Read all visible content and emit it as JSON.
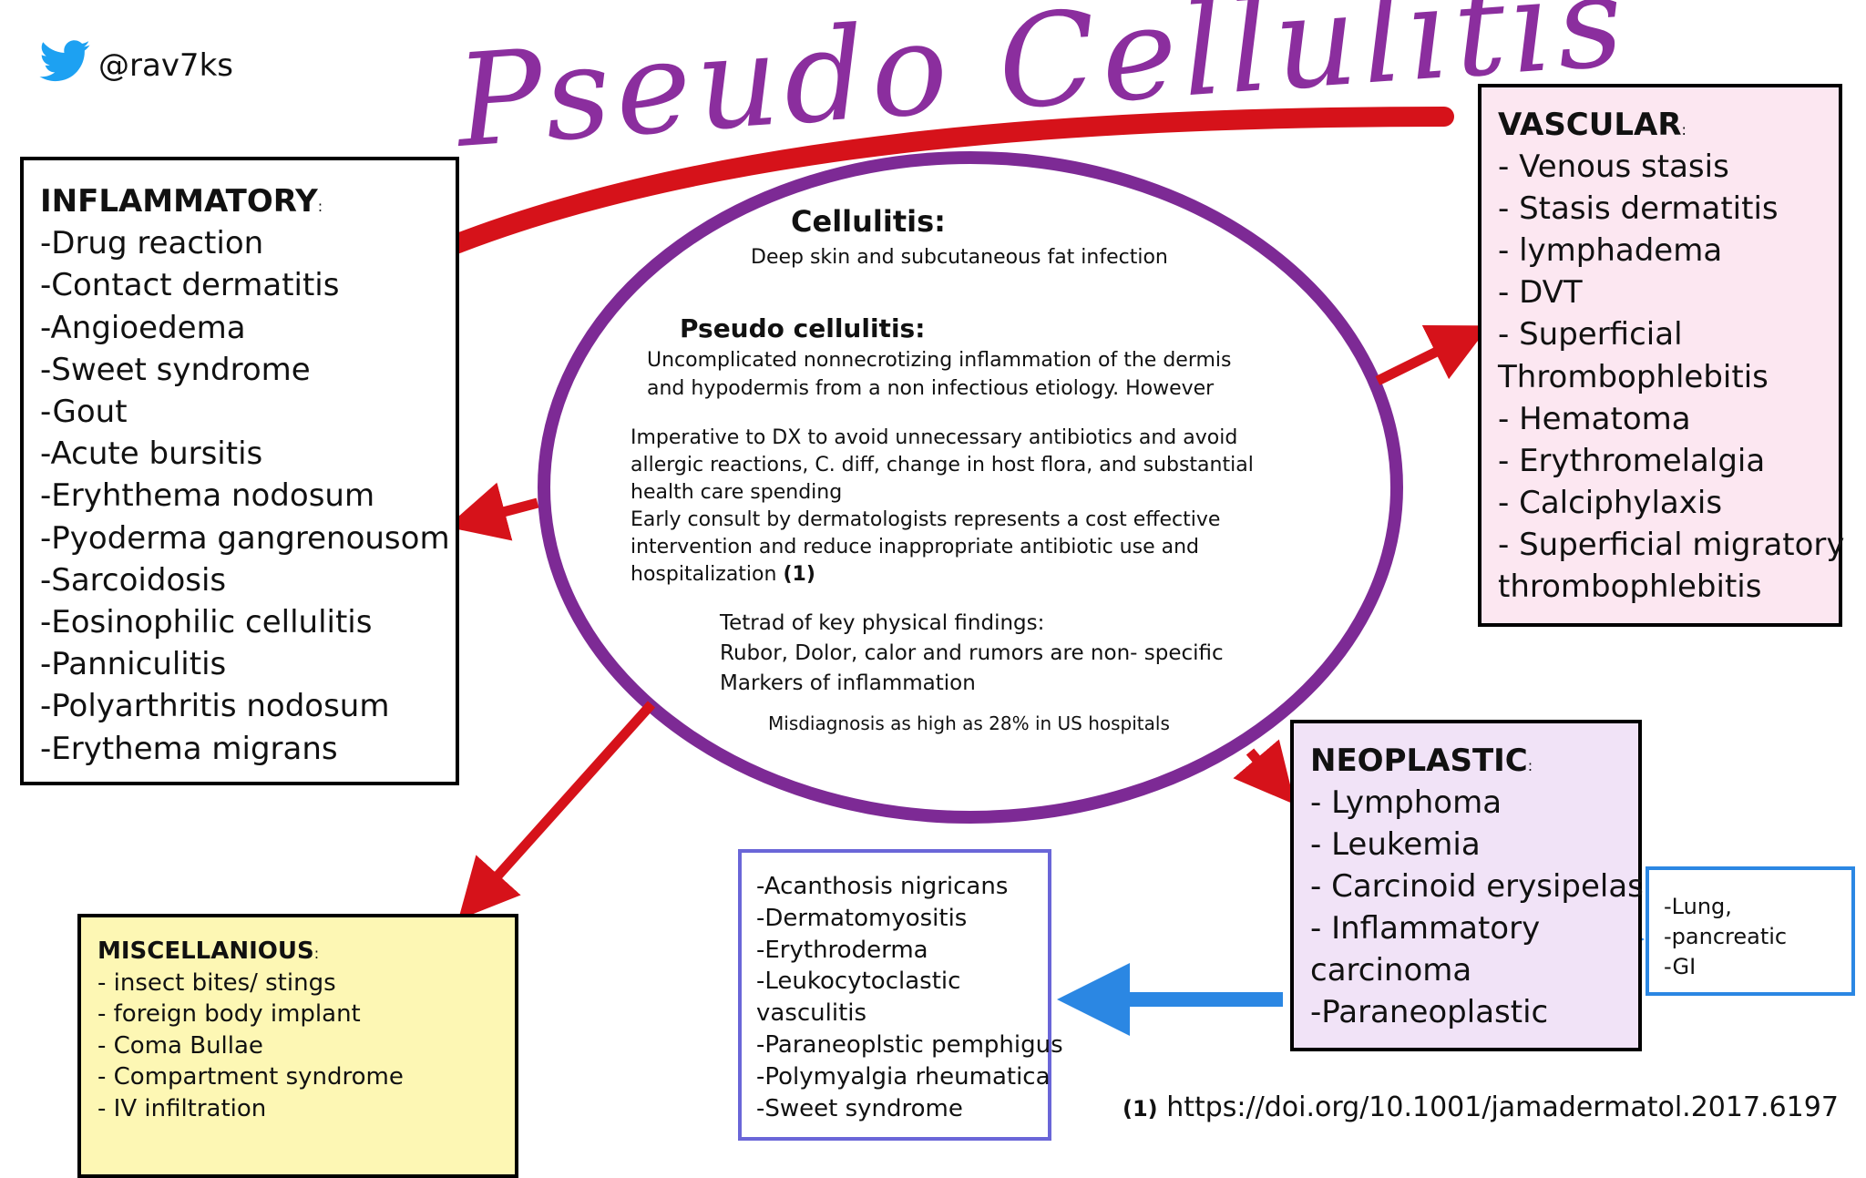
{
  "title": "Pseudo Cellulitis",
  "author_handle": "@rav7ks",
  "icons": {
    "twitter": "twitter-bird-icon"
  },
  "colors": {
    "title_purple": "#8b2e9e",
    "ellipse_purple": "#7d2a95",
    "arrow_red": "#d6121a",
    "arrow_blue": "#2b87e3",
    "vascular_bg": "#fce7f1",
    "neoplastic_bg": "#f1e3f7",
    "misc_bg": "#fdf7b4"
  },
  "center": {
    "cellulitis_title": "Cellulitis:",
    "cellulitis_def": "Deep skin and subcutaneous fat infection",
    "pseudo_title": "Pseudo cellulitis:",
    "pseudo_def": "Uncomplicated nonnecrotizing inflammation of the dermis and hypodermis from a non infectious etiology. However many non",
    "imperative": "Imperative to DX to avoid unnecessary antibiotics and avoid allergic reactions, C. diff, change in host flora, and substantial health care spending",
    "consult": "Early consult by dermatologists represents a cost effective intervention and reduce inappropriate antibiotic use and hospitalization",
    "consult_ref": "(1)",
    "tetrad": "Tetrad of key physical findings:",
    "tetrad_detail": "Rubor, Dolor, calor and rumors are non- specific",
    "tetrad_markers": "Markers of inflammation",
    "misdiagnosis": "Misdiagnosis as high as 28% in US hospitals"
  },
  "inflammatory": {
    "title": "INFLAMMATORY",
    "items": [
      "-Drug reaction",
      "-Contact dermatitis",
      "-Angioedema",
      "-Sweet syndrome",
      "-Gout",
      "-Acute bursitis",
      "-Eryhthema nodosum",
      "-Pyoderma gangrenousom",
      "-Sarcoidosis",
      "-Eosinophilic cellulitis",
      "-Panniculitis",
      "-Polyarthritis nodosum",
      "-Erythema migrans"
    ]
  },
  "vascular": {
    "title": "VASCULAR",
    "items": [
      "- Venous stasis",
      "- Stasis dermatitis",
      "- lymphadema",
      "- DVT",
      "- Superficial",
      "Thrombophlebitis",
      "- Hematoma",
      "- Erythromelalgia",
      "- Calciphylaxis",
      "- Superficial migratory",
      "thrombophlebitis"
    ]
  },
  "neoplastic": {
    "title": "NEOPLASTIC",
    "items": [
      "- Lymphoma",
      "- Leukemia",
      "- Carcinoid erysipelas",
      "- Inflammatory",
      "carcinoma",
      "-Paraneoplastic"
    ]
  },
  "miscellaneous": {
    "title": "MISCELLANIOUS",
    "items": [
      "- insect bites/ stings",
      "- foreign body implant",
      "- Coma Bullae",
      "- Compartment syndrome",
      "- IV infiltration"
    ]
  },
  "paraneoplastic": {
    "items": [
      "-Acanthosis nigricans",
      "-Dermatomyositis",
      "-Erythroderma",
      "-Leukocytoclastic",
      "vasculitis",
      "-Paraneoplstic pemphigus",
      "-Polymyalgia rheumatica",
      "-Sweet syndrome"
    ]
  },
  "carcinoid_sites": {
    "items": [
      "-Lung,",
      "-pancreatic",
      "-GI"
    ]
  },
  "reference": {
    "num": "(1)",
    "url": "https://doi.org/10.1001/jamadermatol.2017.6197"
  }
}
